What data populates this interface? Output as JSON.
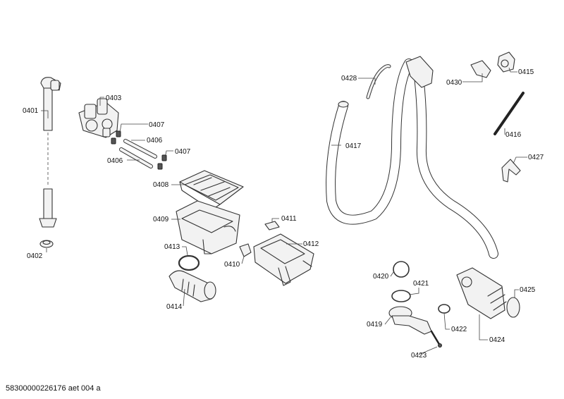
{
  "diagram": {
    "document_id": "58300000226176 aet 004 a",
    "parts": {
      "p0401": "0401",
      "p0402": "0402",
      "p0403": "0403",
      "p0406a": "0406",
      "p0406b": "0406",
      "p0407a": "0407",
      "p0407b": "0407",
      "p0408": "0408",
      "p0409": "0409",
      "p0410": "0410",
      "p0411": "0411",
      "p0412": "0412",
      "p0413": "0413",
      "p0414": "0414",
      "p0415": "0415",
      "p0416": "0416",
      "p0417": "0417",
      "p0419": "0419",
      "p0420": "0420",
      "p0421": "0421",
      "p0422": "0422",
      "p0423": "0423",
      "p0424": "0424",
      "p0425": "0425",
      "p0427": "0427",
      "p0428": "0428",
      "p0430": "0430"
    }
  }
}
